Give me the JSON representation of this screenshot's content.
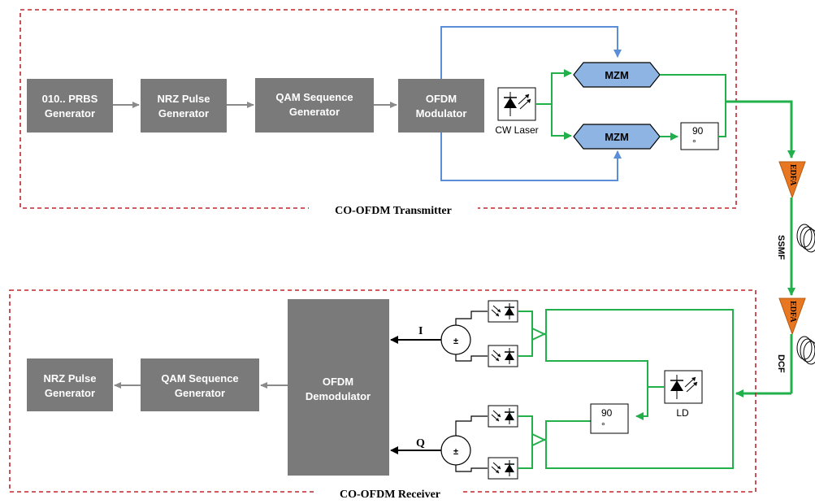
{
  "transmitter": {
    "caption": "CO-OFDM Transmitter",
    "blocks": {
      "prbs": [
        "010.. PRBS",
        "Generator"
      ],
      "nrz": [
        "NRZ Pulse",
        "Generator"
      ],
      "qam": [
        "QAM Sequence",
        "Generator"
      ],
      "ofdm_mod": [
        "OFDM",
        "Modulator"
      ]
    },
    "laser_label": "CW Laser",
    "mzm_top": "MZM",
    "mzm_bottom": "MZM",
    "phase_shift": [
      "90",
      "°"
    ]
  },
  "link": {
    "amp1": "EDFA",
    "fiber1": "SSMF",
    "amp2": "EDFA",
    "fiber2": "DCF"
  },
  "receiver": {
    "caption": "CO-OFDM Receiver",
    "blocks": {
      "nrz": [
        "NRZ Pulse",
        "Generator"
      ],
      "qam": [
        "QAM Sequence",
        "Generator"
      ],
      "ofdm_demod": [
        "OFDM",
        "Demodulator"
      ]
    },
    "i_label": "I",
    "q_label": "Q",
    "sum_symbol": "±",
    "lo_label": "LD",
    "phase_shift": [
      "90",
      "°"
    ]
  },
  "colors": {
    "block": "#7a7a7a",
    "border": "#c0262c",
    "optical": "#22b04b",
    "electrical": "#5b8ed6",
    "mzm": "#8eb4e3",
    "edfa": "#e87722"
  }
}
